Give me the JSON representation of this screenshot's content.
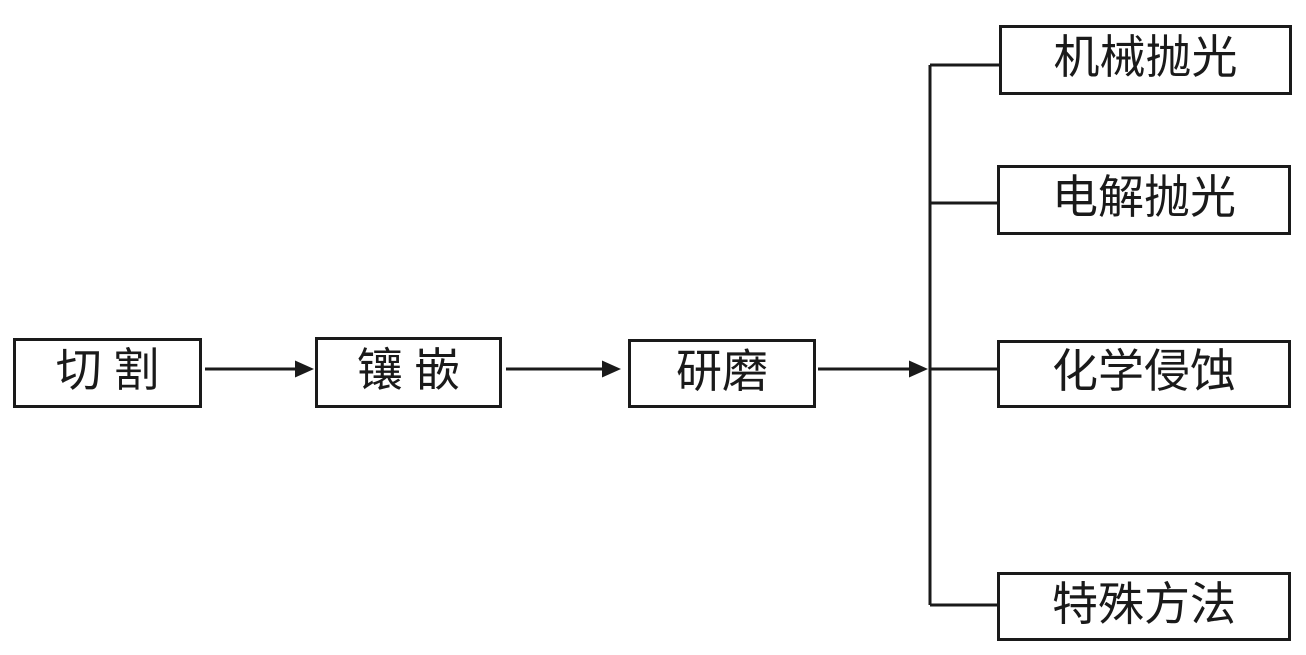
{
  "diagram": {
    "type": "flowchart",
    "background_color": "#ffffff",
    "line_color": "#1a1a1a",
    "text_color": "#1a1a1a",
    "nodes": {
      "cut": {
        "label": "切 割"
      },
      "mount": {
        "label": "镶 嵌"
      },
      "grind": {
        "label": "研磨"
      },
      "mechanical_polish": {
        "label": "机械抛光"
      },
      "electrolytic_polish": {
        "label": "电解抛光"
      },
      "chemical_etch": {
        "label": "化学侵蚀"
      },
      "special_method": {
        "label": "特殊方法"
      }
    },
    "edges": [
      {
        "from": "cut",
        "to": "mount",
        "style": "arrow"
      },
      {
        "from": "mount",
        "to": "grind",
        "style": "arrow"
      },
      {
        "from": "grind",
        "to": "mechanical_polish",
        "style": "arrow-then-branch"
      },
      {
        "from": "grind",
        "to": "electrolytic_polish",
        "style": "arrow-then-branch"
      },
      {
        "from": "grind",
        "to": "chemical_etch",
        "style": "arrow-then-branch"
      },
      {
        "from": "grind",
        "to": "special_method",
        "style": "arrow-then-branch"
      }
    ]
  }
}
